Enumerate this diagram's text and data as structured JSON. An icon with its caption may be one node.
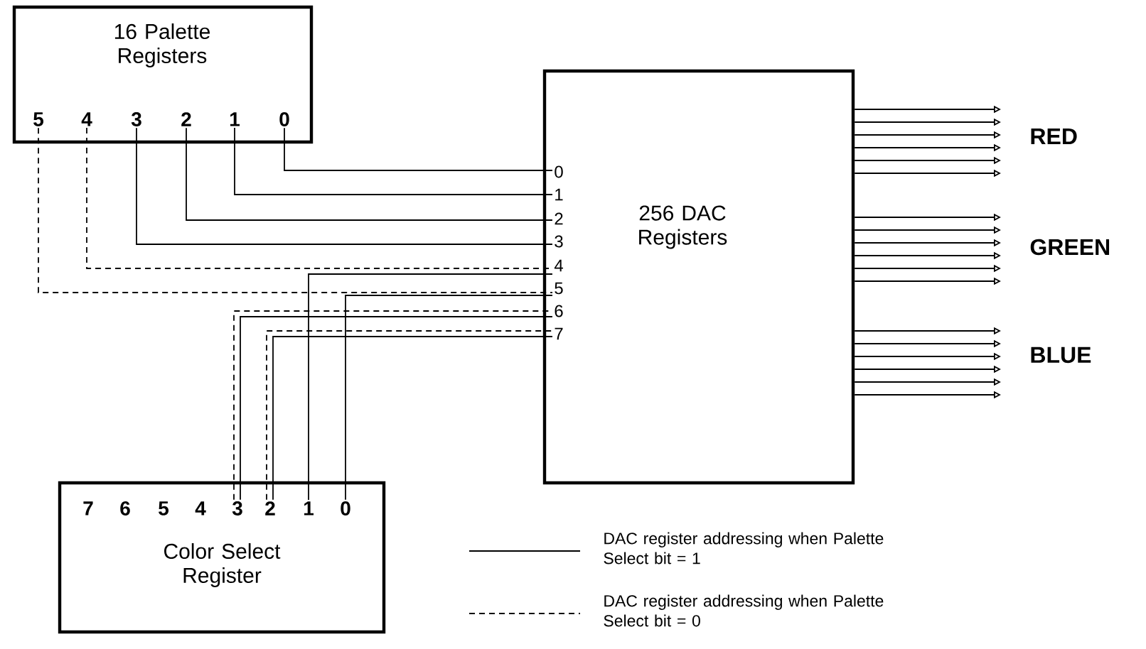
{
  "diagram": {
    "nodes": [
      {
        "text": [
          "16 Palette Registers"
        ]
      },
      {
        "text": [
          "5"
        ],
        "in": 0
      },
      {
        "text": [
          "4"
        ],
        "in": 0
      },
      {
        "text": [
          "3"
        ],
        "in": 0
      },
      {
        "text": [
          "2"
        ],
        "in": 0
      },
      {
        "text": [
          "1"
        ],
        "in": 0
      },
      {
        "text": [
          "0"
        ],
        "in": 0
      },
      {
        "text": [
          "256 DAC Registers"
        ]
      },
      {
        "text": [
          "0"
        ],
        "in": 7
      },
      {
        "text": [
          "1"
        ],
        "in": 7
      },
      {
        "text": [
          "2"
        ],
        "in": 7
      },
      {
        "text": [
          "3"
        ],
        "in": 7
      },
      {
        "text": [
          "4"
        ],
        "in": 7
      },
      {
        "text": [
          "5"
        ],
        "in": 7
      },
      {
        "text": [
          "6"
        ],
        "in": 7
      },
      {
        "text": [
          "7"
        ],
        "in": 7
      },
      {
        "text": [
          "Color Select Register"
        ]
      },
      {
        "text": [
          "7"
        ],
        "in": 16
      },
      {
        "text": [
          "6"
        ],
        "in": 16
      },
      {
        "text": [
          "5"
        ],
        "in": 16
      },
      {
        "text": [
          "4"
        ],
        "in": 16
      },
      {
        "text": [
          "3"
        ],
        "in": 16
      },
      {
        "text": [
          "2"
        ],
        "in": 16
      },
      {
        "text": [
          "1"
        ],
        "in": 16
      },
      {
        "text": [
          "0"
        ],
        "in": 16
      },
      {
        "text": [
          "RED"
        ]
      },
      {
        "text": [
          "GREEN"
        ]
      },
      {
        "text": [
          "BLUE"
        ]
      }
    ],
    "edges": [
      {
        "from": 6,
        "to": 8,
        "arrow": "none"
      },
      {
        "from": 5,
        "to": 9,
        "arrow": "none"
      },
      {
        "from": 4,
        "to": 10,
        "arrow": "none"
      },
      {
        "from": 3,
        "to": 11,
        "arrow": "none"
      },
      {
        "from": 2,
        "to": 12,
        "arrow": "none",
        "style": "dashed"
      },
      {
        "from": 1,
        "to": 13,
        "arrow": "none",
        "style": "dashed"
      },
      {
        "from": 23,
        "to": 12,
        "arrow": "none"
      },
      {
        "from": 24,
        "to": 13,
        "arrow": "none"
      },
      {
        "from": 21,
        "to": 14,
        "arrow": "none",
        "style": "dashed"
      },
      {
        "from": 21,
        "to": 14,
        "arrow": "none"
      },
      {
        "from": 22,
        "to": 15,
        "arrow": "none",
        "style": "dashed"
      },
      {
        "from": 22,
        "to": 15,
        "arrow": "none"
      },
      {
        "from": 7,
        "to": 25,
        "arrow": "to"
      },
      {
        "from": 7,
        "to": 25,
        "arrow": "to"
      },
      {
        "from": 7,
        "to": 25,
        "arrow": "to"
      },
      {
        "from": 7,
        "to": 25,
        "arrow": "to"
      },
      {
        "from": 7,
        "to": 25,
        "arrow": "to"
      },
      {
        "from": 7,
        "to": 25,
        "arrow": "to"
      },
      {
        "from": 7,
        "to": 26,
        "arrow": "to"
      },
      {
        "from": 7,
        "to": 26,
        "arrow": "to"
      },
      {
        "from": 7,
        "to": 26,
        "arrow": "to"
      },
      {
        "from": 7,
        "to": 26,
        "arrow": "to"
      },
      {
        "from": 7,
        "to": 26,
        "arrow": "to"
      },
      {
        "from": 7,
        "to": 26,
        "arrow": "to"
      },
      {
        "from": 7,
        "to": 27,
        "arrow": "to"
      },
      {
        "from": 7,
        "to": 27,
        "arrow": "to"
      },
      {
        "from": 7,
        "to": 27,
        "arrow": "to"
      },
      {
        "from": 7,
        "to": 27,
        "arrow": "to"
      },
      {
        "from": 7,
        "to": 27,
        "arrow": "to"
      },
      {
        "from": 7,
        "to": 27,
        "arrow": "to"
      }
    ],
    "legend": [
      {
        "text": "DAC register addressing when Palette Select bit = 1"
      },
      {
        "text": "DAC register addressing when Palette Select bit = 0"
      }
    ]
  }
}
